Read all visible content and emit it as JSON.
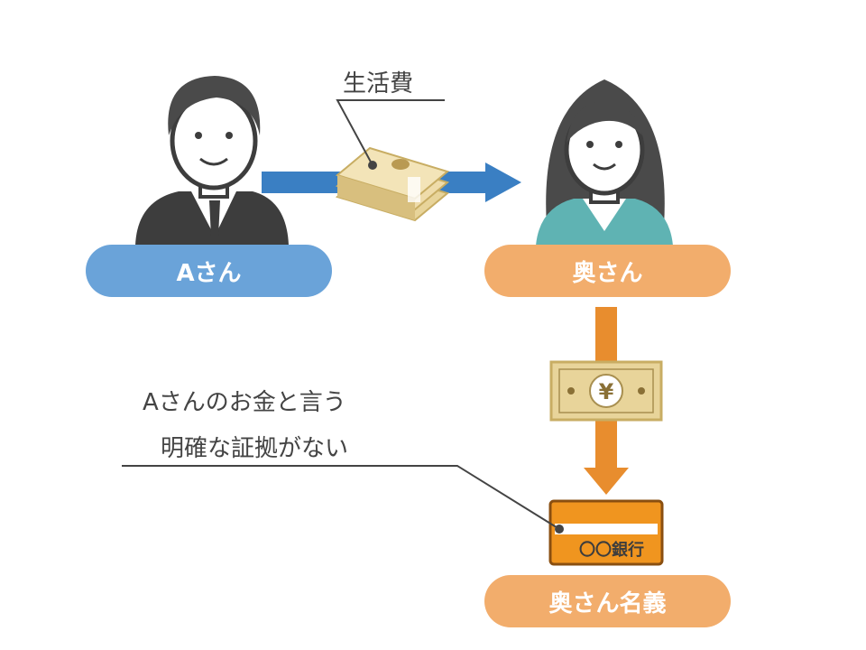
{
  "people": {
    "a": {
      "label": "Aさん",
      "color": "#6aa3d9"
    },
    "wife": {
      "label": "奥さん",
      "color": "#f2ad6c"
    }
  },
  "transfer": {
    "label": "生活費"
  },
  "bank": {
    "card_text": "〇〇銀行",
    "account_label": "奥さん名義"
  },
  "banknote": {
    "symbol": "¥"
  },
  "note": {
    "line1": "Aさんのお金と言う",
    "line2": "明確な証拠がない"
  },
  "colors": {
    "blue_arrow": "#3a7fc3",
    "orange_arrow": "#e88d2e",
    "text": "#444444",
    "hair": "#4a4a4a",
    "suit": "#3d3d3d",
    "blouse": "#5fb3b3",
    "skin": "#ffffff",
    "money": "#e8d49a",
    "card": "#f0951f"
  }
}
